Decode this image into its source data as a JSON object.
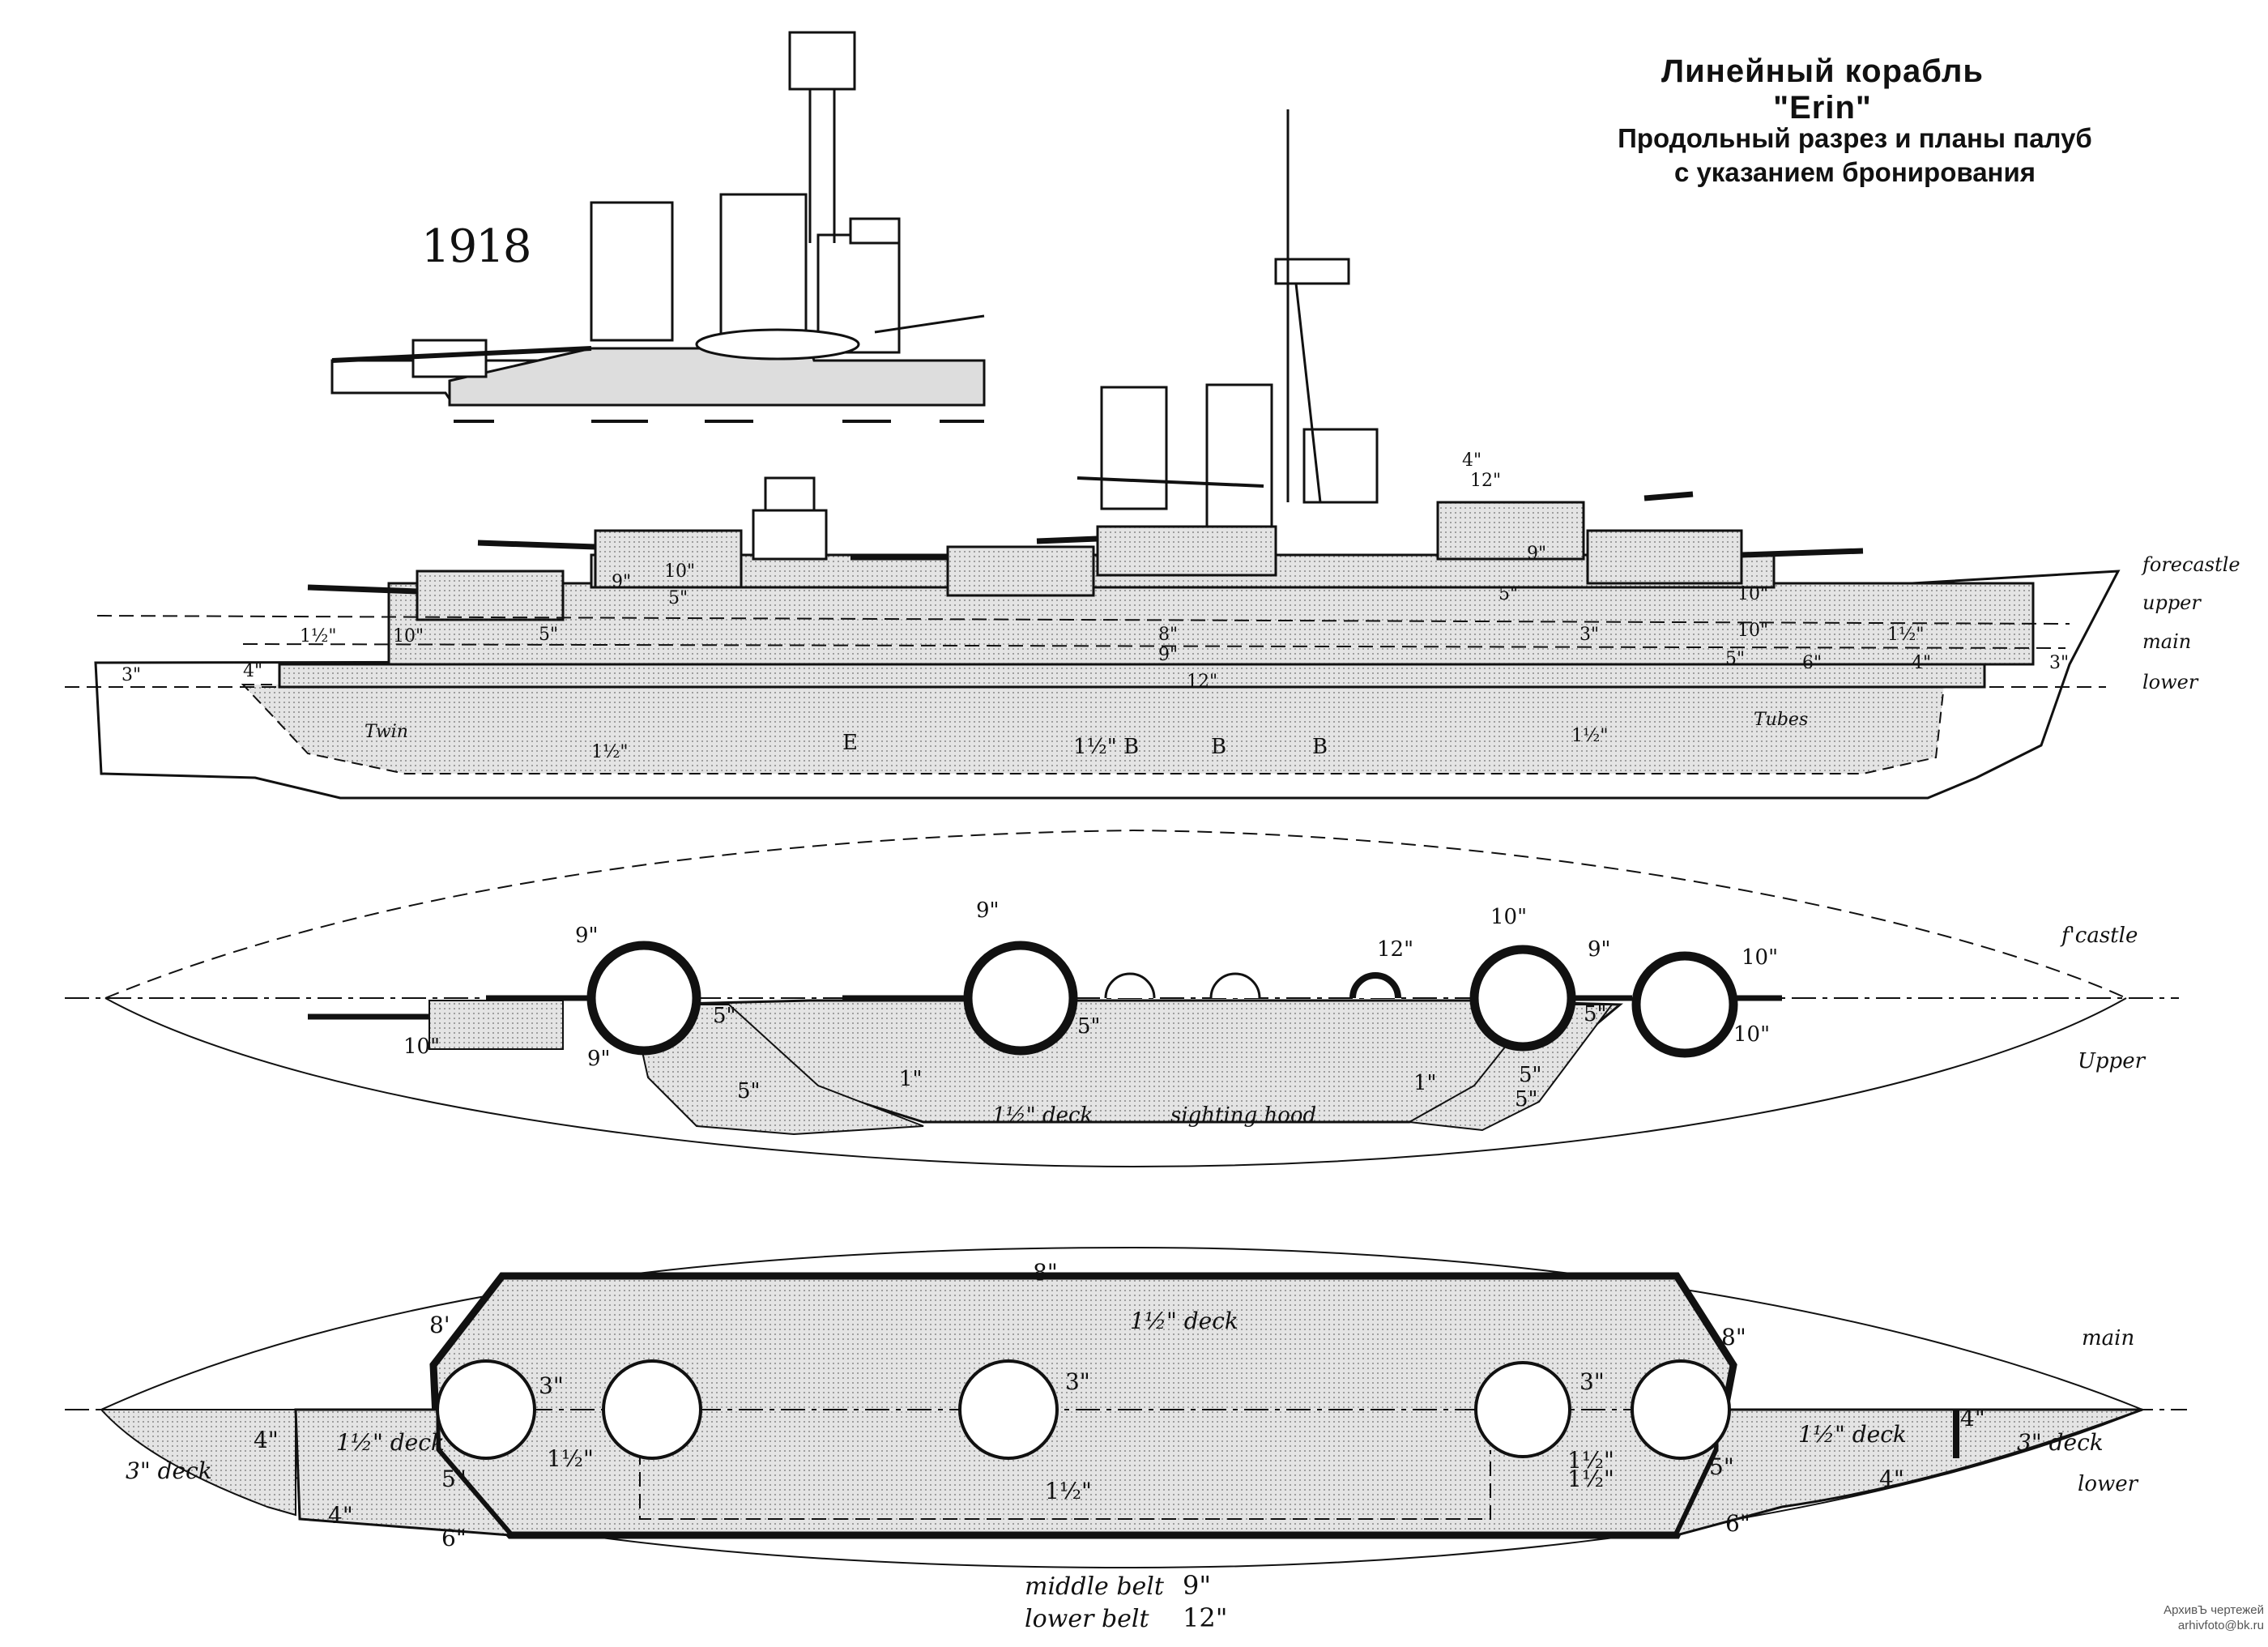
{
  "header": {
    "title": "Линейный корабль \"Erin\"",
    "subtitle_line1": "Продольный разрез и планы палуб",
    "subtitle_line2": "с указанием бронирования"
  },
  "inset": {
    "year": "1918"
  },
  "profile": {
    "deck_names": [
      "forecastle",
      "upper",
      "main",
      "lower"
    ],
    "labels": [
      "1½\"",
      "10\"",
      "5\"",
      "4\"",
      "3\"",
      "9\"",
      "10\"",
      "5\"",
      "8\"",
      "9\"",
      "12\"",
      "5\"",
      "3\"",
      "4\"",
      "12\"",
      "9\"",
      "10\"",
      "10\"",
      "1½\"",
      "5\"",
      "6\"",
      "4\"",
      "3\"",
      "E",
      "1½\" B",
      "B",
      "B",
      "1½\"",
      "1½\"",
      "Twin",
      "Tubes"
    ]
  },
  "forecastle_plan": {
    "deck_names": [
      "f'castle",
      "Upper"
    ],
    "labels": [
      "9\"",
      "10\"",
      "9\"",
      "5\"",
      "5\"",
      "1\"",
      "1½\" deck",
      "sighting hood",
      "9\"",
      "5\"",
      "12\"",
      "10\"",
      "9\"",
      "10\"",
      "5\"",
      "10\"",
      "5\"",
      "1\"",
      "5\""
    ]
  },
  "main_plan": {
    "deck_names": [
      "main",
      "lower"
    ],
    "labels": [
      "8\"",
      "1½\" deck",
      "8'",
      "8\"",
      "3\"",
      "3\"",
      "3\"",
      "3\" deck",
      "4\"",
      "1½\" deck",
      "1½\"",
      "5\"",
      "4\"",
      "6\"",
      "1½\"",
      "1½\"",
      "1½\"",
      "1½\" deck",
      "4\"",
      "3\" deck",
      "5\"",
      "4\"",
      "6\""
    ],
    "belt_notes": [
      {
        "label": "middle belt",
        "value": "9\""
      },
      {
        "label": "lower belt",
        "value": "12\""
      }
    ]
  },
  "credit": {
    "line1": "АрхивЪ чертежей",
    "line2": "arhivfoto@bk.ru"
  },
  "colors": {
    "ink": "#111111",
    "armor_fill": "#d9d9d9",
    "paper": "#ffffff"
  }
}
